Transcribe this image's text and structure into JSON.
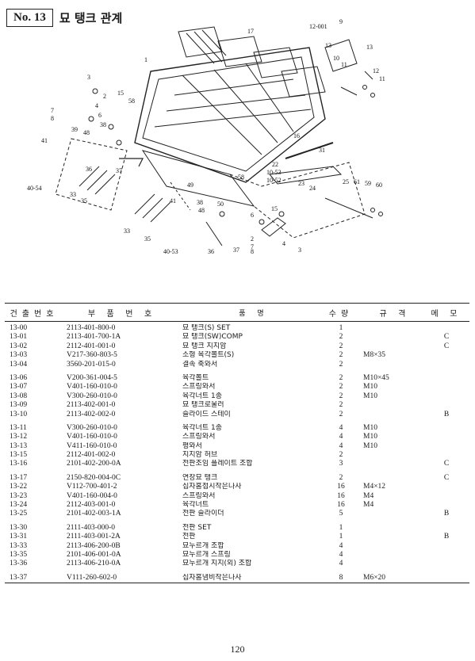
{
  "header": {
    "number": "No. 13",
    "title": "묘 탱크 관계"
  },
  "diagram": {
    "labels": [
      "17",
      "1",
      "12-001",
      "9",
      "13",
      "10",
      "11",
      "13",
      "12",
      "11",
      "3",
      "2",
      "4",
      "15",
      "58",
      "6",
      "7",
      "8",
      "39",
      "48",
      "38",
      "41",
      "36",
      "37",
      "16",
      "31",
      "22",
      "10-53",
      "10-52",
      "23",
      "24",
      "25",
      "61",
      "59",
      "60",
      "40-54",
      "33",
      "35",
      "49",
      "38",
      "48",
      "50",
      "58",
      "15",
      "41",
      "6",
      "33",
      "35",
      "2",
      "40-53",
      "36",
      "37",
      "7",
      "8",
      "4",
      "3"
    ]
  },
  "table": {
    "columns": [
      "건출번호",
      "부 품 번 호",
      "품   명",
      "수량",
      "규 격",
      "메 모"
    ],
    "groups": [
      [
        {
          "no": "13-00",
          "part": "2113-401-800-0",
          "name": "묘 탱크(S) SET",
          "qty": "1",
          "spec": "",
          "memo": ""
        },
        {
          "no": "13-01",
          "part": "2113-401-700-1A",
          "name": "묘 탱크(SW)COMP",
          "qty": "2",
          "spec": "",
          "memo": "C"
        },
        {
          "no": "13-02",
          "part": "2112-401-001-0",
          "name": "묘 탱크 지지암",
          "qty": "2",
          "spec": "",
          "memo": "C"
        },
        {
          "no": "13-03",
          "part": "V217-360-803-5",
          "name": "소형 육각볼트(S)",
          "qty": "2",
          "spec": "M8×35",
          "memo": ""
        },
        {
          "no": "13-04",
          "part": "3560-201-015-0",
          "name": "결속 축와서",
          "qty": "2",
          "spec": "",
          "memo": ""
        }
      ],
      [
        {
          "no": "13-06",
          "part": "V200-361-004-5",
          "name": "육각볼트",
          "qty": "2",
          "spec": "M10×45",
          "memo": ""
        },
        {
          "no": "13-07",
          "part": "V401-160-010-0",
          "name": "스프링와서",
          "qty": "2",
          "spec": "M10",
          "memo": ""
        },
        {
          "no": "13-08",
          "part": "V300-260-010-0",
          "name": "육각너트 1종",
          "qty": "2",
          "spec": "M10",
          "memo": ""
        },
        {
          "no": "13-09",
          "part": "2113-402-001-0",
          "name": "묘 탱크로울러",
          "qty": "2",
          "spec": "",
          "memo": ""
        },
        {
          "no": "13-10",
          "part": "2113-402-002-0",
          "name": "슬라이드 스테이",
          "qty": "2",
          "spec": "",
          "memo": "B"
        }
      ],
      [
        {
          "no": "13-11",
          "part": "V300-260-010-0",
          "name": "육각너트 1종",
          "qty": "4",
          "spec": "M10",
          "memo": ""
        },
        {
          "no": "13-12",
          "part": "V401-160-010-0",
          "name": "스프링와서",
          "qty": "4",
          "spec": "M10",
          "memo": ""
        },
        {
          "no": "13-13",
          "part": "V411-160-010-0",
          "name": "평와서",
          "qty": "4",
          "spec": "M10",
          "memo": ""
        },
        {
          "no": "13-15",
          "part": "2112-401-002-0",
          "name": "지지암 허브",
          "qty": "2",
          "spec": "",
          "memo": ""
        },
        {
          "no": "13-16",
          "part": "2101-402-200-0A",
          "name": "전판조임 플레이트 조합",
          "qty": "3",
          "spec": "",
          "memo": "C"
        }
      ],
      [
        {
          "no": "13-17",
          "part": "2150-820-004-0C",
          "name": "연장묘 탱크",
          "qty": "2",
          "spec": "",
          "memo": "C"
        },
        {
          "no": "13-22",
          "part": "V112-700-401-2",
          "name": "십자홈접시작은나사",
          "qty": "16",
          "spec": "M4×12",
          "memo": ""
        },
        {
          "no": "13-23",
          "part": "V401-160-004-0",
          "name": "스프링와서",
          "qty": "16",
          "spec": "M4",
          "memo": ""
        },
        {
          "no": "13-24",
          "part": "2112-403-001-0",
          "name": "육각너트",
          "qty": "16",
          "spec": "M4",
          "memo": ""
        },
        {
          "no": "13-25",
          "part": "2101-402-003-1A",
          "name": "전판 슬라이더",
          "qty": "5",
          "spec": "",
          "memo": "B"
        }
      ],
      [
        {
          "no": "13-30",
          "part": "2111-403-000-0",
          "name": "전판 SET",
          "qty": "1",
          "spec": "",
          "memo": ""
        },
        {
          "no": "13-31",
          "part": "2111-403-001-2A",
          "name": "전판",
          "qty": "1",
          "spec": "",
          "memo": "B"
        },
        {
          "no": "13-33",
          "part": "2113-406-200-0B",
          "name": "묘누르개 조합",
          "qty": "4",
          "spec": "",
          "memo": ""
        },
        {
          "no": "13-35",
          "part": "2101-406-001-0A",
          "name": "묘누르개 스프링",
          "qty": "4",
          "spec": "",
          "memo": ""
        },
        {
          "no": "13-36",
          "part": "2113-406-210-0A",
          "name": "묘누르개 지지(외) 조합",
          "qty": "4",
          "spec": "",
          "memo": ""
        }
      ],
      [
        {
          "no": "13-37",
          "part": "V111-260-602-0",
          "name": "십자홈냄비작은나사",
          "qty": "8",
          "spec": "M6×20",
          "memo": ""
        }
      ]
    ]
  },
  "page_number": "120"
}
